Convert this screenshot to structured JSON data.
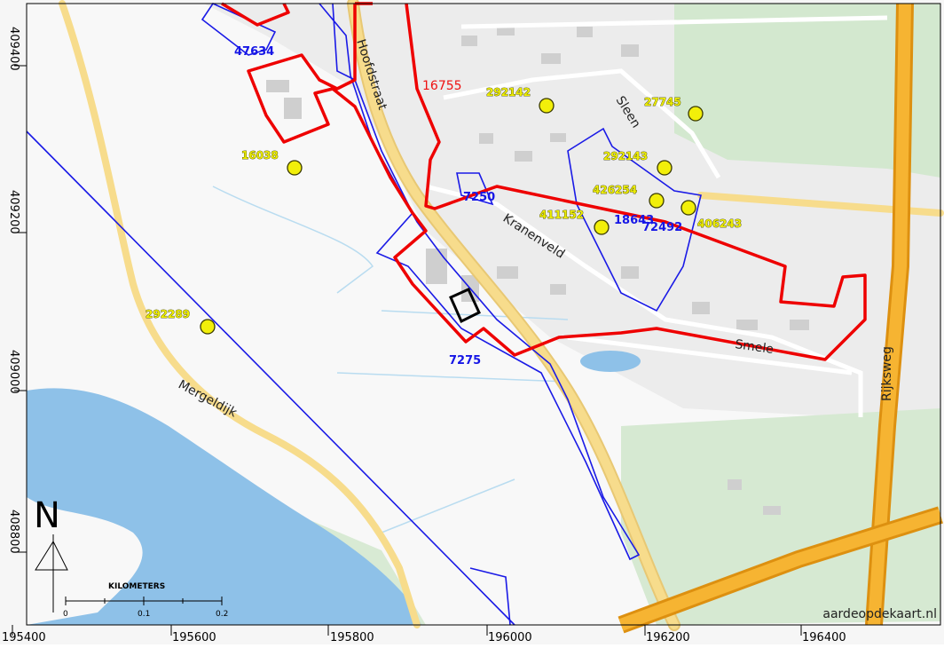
{
  "map": {
    "attribution": "aardeopdekaart.nl",
    "north_label": "N",
    "scalebar": {
      "title": "KILOMETERS",
      "ticks": [
        "0",
        "0.1",
        "0.2"
      ]
    },
    "x_axis_labels": [
      "195400",
      "195600",
      "195800",
      "196000",
      "196200",
      "196400"
    ],
    "y_axis_labels": [
      "409400",
      "409200",
      "409000",
      "408800"
    ],
    "streets": {
      "hoofdstraat": "Hoofdstraat",
      "sleen": "Sleen",
      "kranenveld": "Kranenveld",
      "mergeldijk": "Mergeldijk",
      "smele": "Smele",
      "rijksweg": "Rijksweg"
    },
    "red_area_label": "16755",
    "blue_area_labels": {
      "a47634": "47634",
      "a7250": "7250",
      "a7275": "7275",
      "a18643": "18643",
      "a72492": "72492"
    },
    "point_labels": {
      "p292142": "292142",
      "p27745": "27745",
      "p16038": "16038",
      "p292143": "292143",
      "p426254": "426254",
      "p411152": "411152",
      "p406243": "406243",
      "p292289": "292289"
    },
    "colors": {
      "red_outline": "#ee0000",
      "blue_outline": "#1a1ae6",
      "point_fill": "#f2ef0a",
      "road": "#f4d37e",
      "highway": "#f0a81a",
      "water": "#8abfe6",
      "green": "#cfe6cc"
    }
  }
}
